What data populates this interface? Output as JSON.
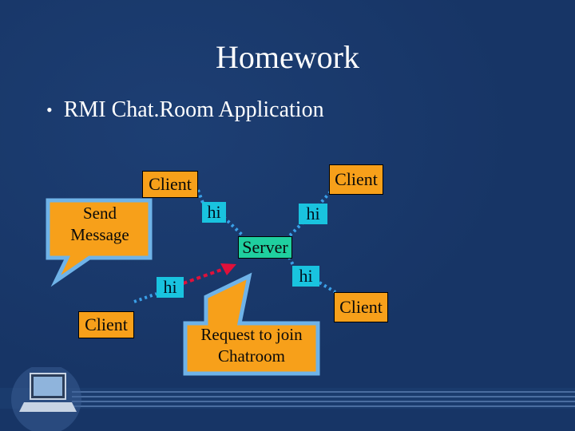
{
  "slide": {
    "title": "Homework",
    "bullet": "RMI Chat.Room Application"
  },
  "diagram": {
    "clients": [
      "Client",
      "Client",
      "Client",
      "Client"
    ],
    "server": "Server",
    "messages": [
      "hi",
      "hi",
      "hi",
      "hi"
    ],
    "callouts": {
      "send": [
        "Send",
        "Message"
      ],
      "request": [
        "Request to join",
        "Chatroom"
      ]
    },
    "colors": {
      "background": "#173566",
      "client_box": "#f7a01a",
      "server_box": "#1fcf9f",
      "message_box": "#19c3df",
      "callout_fill": "#f7a01a",
      "callout_border": "#6fb3e8",
      "arrow": "#e0103a",
      "link_dots": "#3aa0e8"
    }
  }
}
